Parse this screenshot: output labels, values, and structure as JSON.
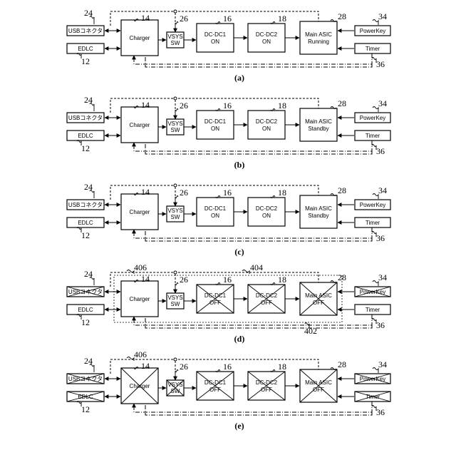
{
  "panels": [
    {
      "caption": "(a)",
      "states": {
        "dcdc1": "ON",
        "dcdc2": "ON",
        "asic": "Running"
      },
      "off_blocks": [],
      "labels": {
        "charger": "14",
        "usb": "24",
        "edlc": "12",
        "vsys": "26",
        "dcdc1": "16",
        "dcdc2": "18",
        "asic": "28",
        "powerkey": "34",
        "timer": "36"
      }
    },
    {
      "caption": "(b)",
      "states": {
        "dcdc1": "ON",
        "dcdc2": "ON",
        "asic": "Standby"
      },
      "off_blocks": [],
      "labels": {
        "charger": "14",
        "usb": "24",
        "edlc": "12",
        "vsys": "26",
        "dcdc1": "16",
        "dcdc2": "18",
        "asic": "28",
        "powerkey": "34",
        "timer": "36"
      }
    },
    {
      "caption": "(c)",
      "states": {
        "dcdc1": "ON",
        "dcdc2": "ON",
        "asic": "Standby"
      },
      "off_blocks": [],
      "labels": {
        "charger": "14",
        "usb": "24",
        "edlc": "12",
        "vsys": "26",
        "dcdc1": "16",
        "dcdc2": "18",
        "asic": "28",
        "powerkey": "34",
        "timer": "36"
      }
    },
    {
      "caption": "(d)",
      "states": {
        "dcdc1": "OFF",
        "dcdc2": "OFF",
        "asic": "OFF"
      },
      "off_blocks": [
        "dcdc1",
        "dcdc2",
        "asic",
        "usb",
        "powerkey"
      ],
      "labels": {
        "charger": "14",
        "usb": "24",
        "edlc": "12",
        "vsys": "26",
        "dcdc1": "16",
        "dcdc2": "18",
        "asic": "28",
        "powerkey": "34",
        "timer": "36",
        "group_a": "406",
        "group_b": "404",
        "group_c": "402"
      }
    },
    {
      "caption": "(e)",
      "states": {
        "dcdc1": "OFF",
        "dcdc2": "OFF",
        "asic": "OFF"
      },
      "off_blocks": [
        "charger",
        "vsys",
        "dcdc1",
        "dcdc2",
        "asic",
        "usb",
        "edlc",
        "powerkey",
        "timer"
      ],
      "labels": {
        "charger": "14",
        "usb": "24",
        "edlc": "12",
        "vsys": "26",
        "dcdc1": "16",
        "dcdc2": "18",
        "asic": "28",
        "powerkey": "34",
        "timer": "36",
        "group_a": "406"
      }
    }
  ],
  "block_names": {
    "usb": "USBコネクタ",
    "edlc": "EDLC",
    "charger": "Charger",
    "vsys_line1": "VSYS",
    "vsys_line2": "SW",
    "dcdc1": "DC-DC1",
    "dcdc2": "DC-DC2",
    "asic": "Main ASIC",
    "powerkey": "PowerKey",
    "timer": "Timer"
  }
}
